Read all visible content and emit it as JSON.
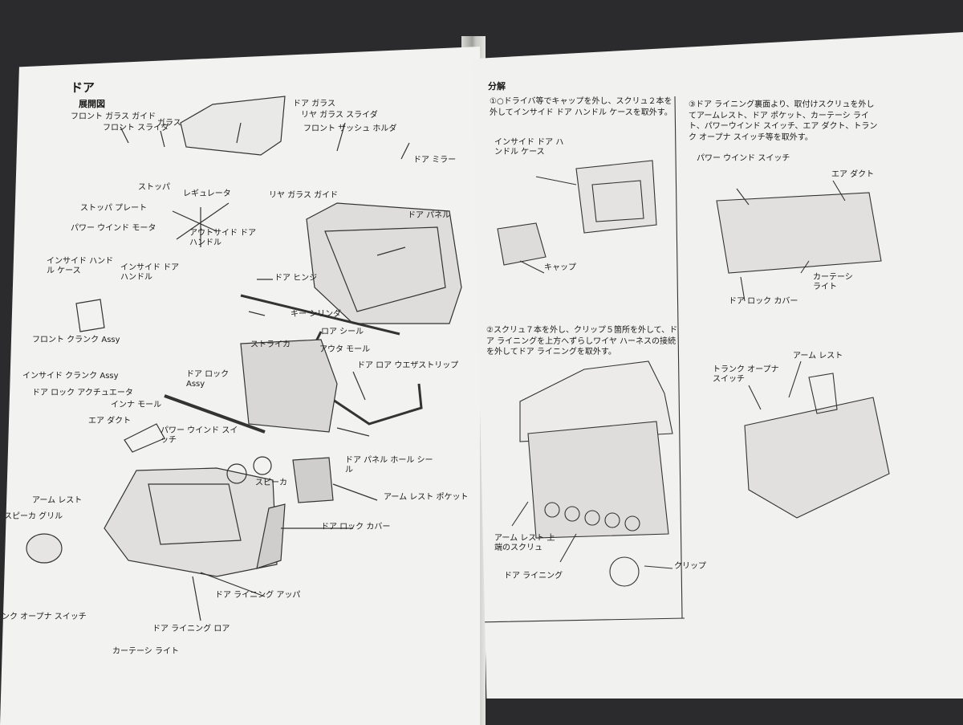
{
  "left": {
    "title": "ドア",
    "subtitle": "展開図",
    "labels": [
      "フロント ガラス ガイド",
      "フロント スライダ",
      "ガラス",
      "ドア ガラス",
      "リヤ ガラス スライダ",
      "フロント サッシュ ホルダ",
      "ドア ミラー",
      "ストッパ",
      "ストッパ プレート",
      "レギュレータ",
      "リヤ ガラス ガイド",
      "パワー ウインド モータ",
      "アウトサイド ドア ハンドル",
      "ドア パネル",
      "インサイド ハンドル ケース",
      "インサイド ドア ハンドル",
      "ドア ヒンジ",
      "キー シリンダ",
      "ロア シール",
      "フロント クランク Assy",
      "ストライカ",
      "アウタ モール",
      "インサイド クランク Assy",
      "ドア ロック Assy",
      "ドア ロア ウエザストリップ",
      "ドア ロック アクチュエータ",
      "インナ モール",
      "エア ダクト",
      "パワー ウインド スイッチ",
      "ドア パネル ホール シール",
      "スピーカ",
      "アーム レスト ポケット",
      "アーム レスト",
      "スピーカ グリル",
      "ドア ロック カバー",
      "ドア ライニング アッパ",
      "ンク オープナ スイッチ",
      "ドア ライニング ロア",
      "カーテーシ ライト"
    ]
  },
  "right": {
    "section": "分解",
    "step1": "①○ドライバ等でキャップを外し、スクリュ２本を外してインサイド ドア ハンドル ケースを取外す。",
    "step2": "②スクリュ７本を外し、クリップ５箇所を外して、ドア ライニングを上方へずらしワイヤ ハーネスの接続を外してドア ライニングを取外す。",
    "step3": "③ドア ライニング裏面より、取付けスクリュを外してアームレスト、ドア ポケット、カーテーシ ライト、パワーウインド スイッチ、エア ダクト、トランク オープナ スイッチ等を取外す。",
    "labels": [
      "インサイド ドア ハンドル ケース",
      "キャップ",
      "アーム レスト 上端のスクリュ",
      "ドア ライニング",
      "クリップ",
      "パワー ウインド スイッチ",
      "エア ダクト",
      "カーテーシ ライト",
      "ドア ロック カバー",
      "アーム レスト",
      "トランク オープナ スイッチ"
    ]
  }
}
